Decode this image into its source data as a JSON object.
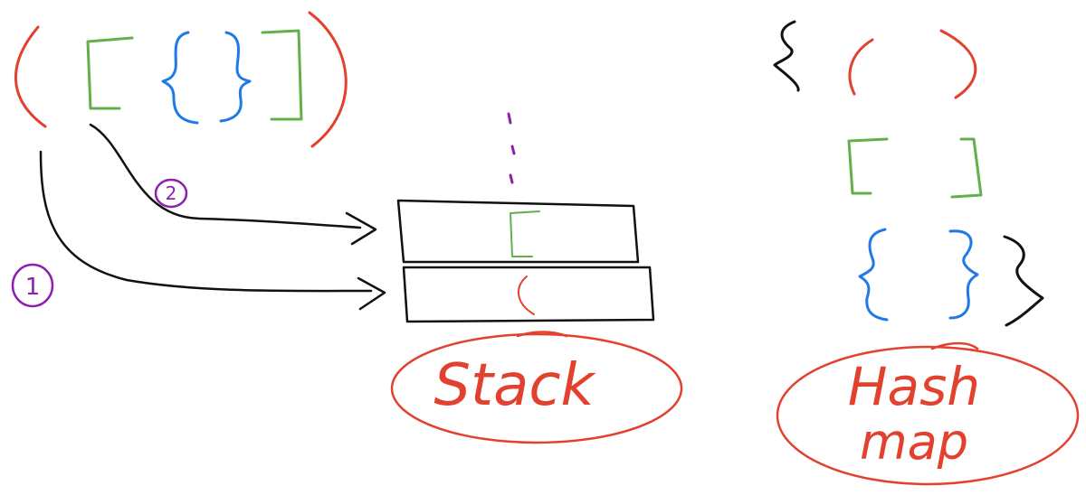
{
  "colors": {
    "red": "#e2412e",
    "green": "#63b04b",
    "blue": "#1f79e6",
    "black": "#111111",
    "purple": "#8e1fb1"
  },
  "input_sequence": {
    "open_paren": "(",
    "open_bracket": "[",
    "open_brace": "{",
    "close_brace": "}",
    "close_bracket": "]",
    "close_paren": ")"
  },
  "steps": {
    "step_1": "1",
    "step_2": "2"
  },
  "stack": {
    "label": "Stack",
    "top_item": "[",
    "bottom_item": "(",
    "more_indicator": "⋮"
  },
  "hashmap": {
    "label_line_1": "Hash",
    "label_line_2": "map",
    "open_brace": "{",
    "close_brace": "}",
    "pairs": [
      {
        "open": "(",
        "close": ")"
      },
      {
        "open": "[",
        "close": "]"
      },
      {
        "open": "{",
        "close": "}"
      }
    ]
  }
}
